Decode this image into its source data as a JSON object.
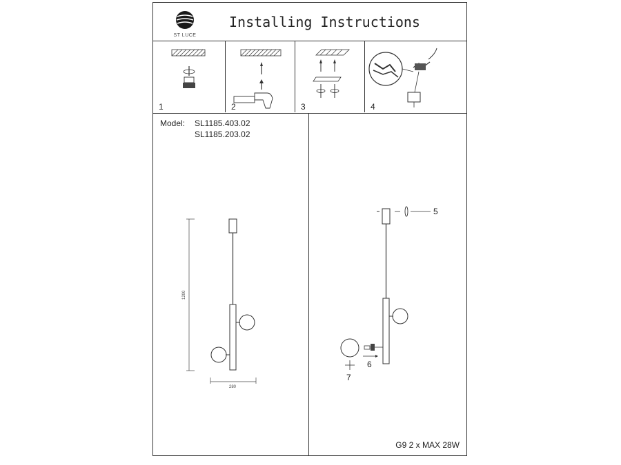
{
  "header": {
    "brand": "ST LUCE",
    "title": "Installing Instructions"
  },
  "steps": [
    {
      "number": "1"
    },
    {
      "number": "2"
    },
    {
      "number": "3"
    },
    {
      "number": "4"
    }
  ],
  "model": {
    "label": "Model:",
    "codes": [
      "SL1185.403.02",
      "SL1185.203.02"
    ]
  },
  "dimensions": {
    "height": "1200",
    "width": "280"
  },
  "callouts": [
    "5",
    "6",
    "7"
  ],
  "spec": "G9 2 x MAX 28W",
  "colors": {
    "line": "#333333",
    "background": "#ffffff"
  }
}
